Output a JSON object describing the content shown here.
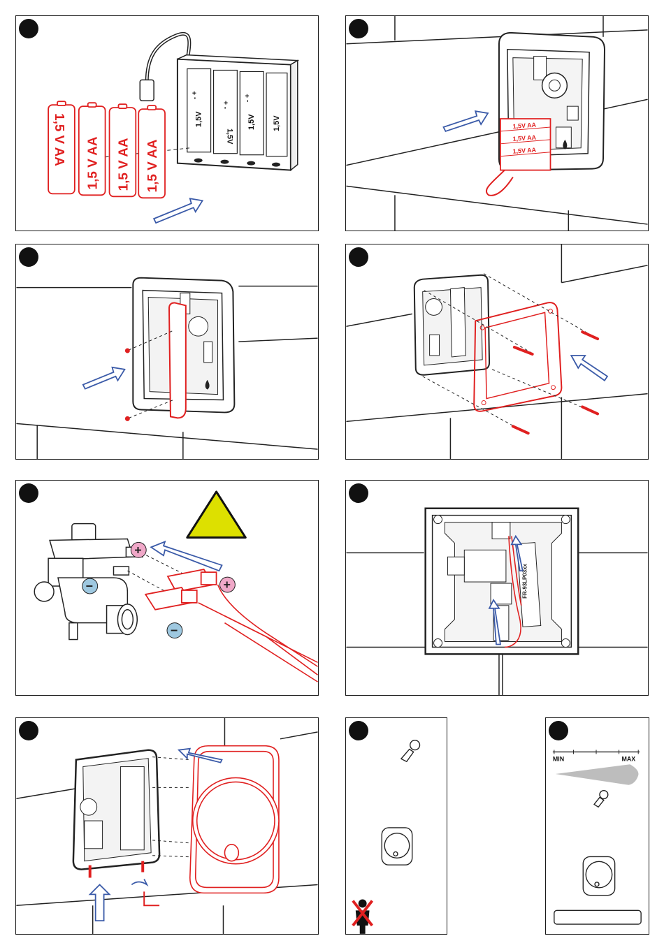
{
  "colors": {
    "outline": "#1a1a1a",
    "accent_red": "#e02020",
    "arrow_blue": "#3a5aa8",
    "warning_yellow": "#dde000",
    "minus_blue": "#9ec8e0",
    "plus_pink": "#f0a8c8"
  },
  "panel1": {
    "battery_label": "1,5 V AA",
    "holder_cell_labels": [
      "1,5V",
      "1,5V",
      "1,5V",
      "1,5V"
    ],
    "holder_polarity": [
      "- +",
      "+ -",
      "- +",
      "+ -"
    ]
  },
  "panel2": {
    "pack_label": "1,5V AA"
  },
  "panel5": {
    "plus_symbol": "+",
    "minus_symbol": "−",
    "icon": "warning-triangle-icon"
  },
  "panel6": {
    "valve_label": "FR-93LP03xx"
  },
  "panel9": {
    "range_min": "MIN",
    "range_max": "MAX"
  }
}
